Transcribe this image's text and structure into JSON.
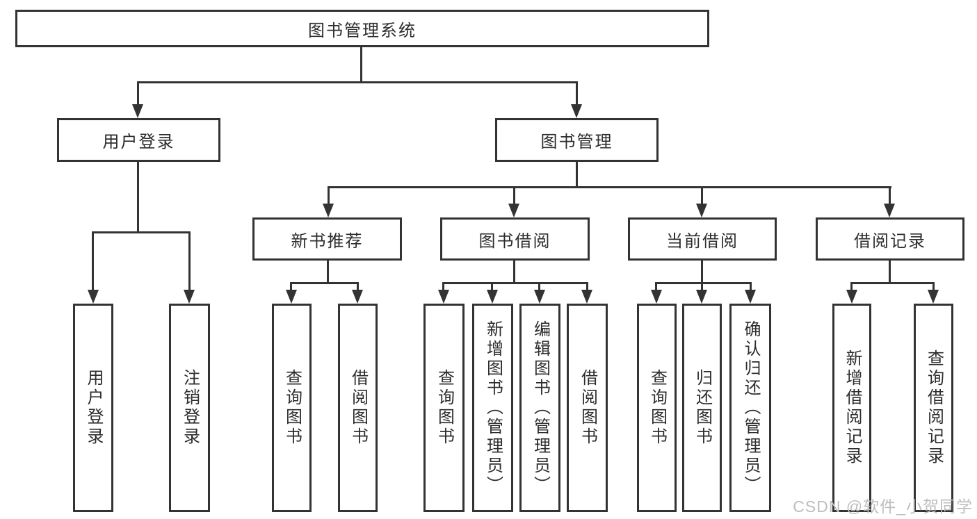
{
  "root": {
    "label": "图书管理系统"
  },
  "branches": {
    "user_login": {
      "label": "用户登录",
      "children": [
        {
          "label": "用户登录"
        },
        {
          "label": "注销登录"
        }
      ]
    },
    "book_management": {
      "label": "图书管理",
      "groups": [
        {
          "label": "新书推荐",
          "children": [
            {
              "label": "查询图书"
            },
            {
              "label": "借阅图书"
            }
          ]
        },
        {
          "label": "图书借阅",
          "children": [
            {
              "label": "查询图书"
            },
            {
              "label": "新增图书（管理员）"
            },
            {
              "label": "编辑图书（管理员）"
            },
            {
              "label": "借阅图书"
            }
          ]
        },
        {
          "label": "当前借阅",
          "children": [
            {
              "label": "查询图书"
            },
            {
              "label": "归还图书"
            },
            {
              "label": "确认归还（管理员）"
            }
          ]
        },
        {
          "label": "借阅记录",
          "children": [
            {
              "label": "新增借阅记录"
            },
            {
              "label": "查询借阅记录"
            }
          ]
        }
      ]
    }
  },
  "watermark": {
    "text": "CSDN @软件_小贺同学"
  },
  "colors": {
    "line": "#333333",
    "text": "#2d2d2d",
    "watermark": "#bdbdbd",
    "background": "#ffffff"
  }
}
